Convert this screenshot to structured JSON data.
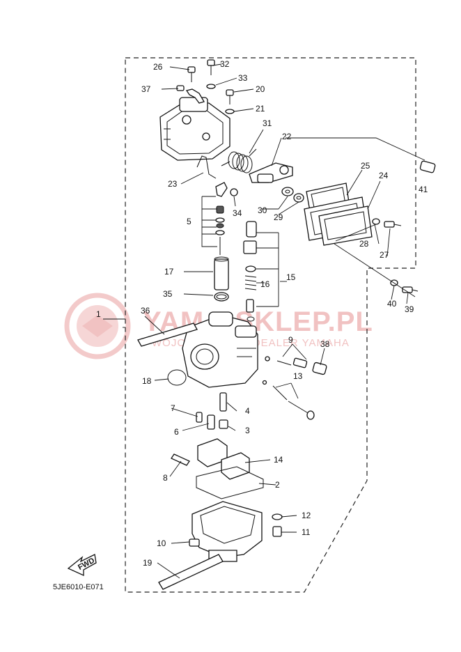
{
  "diagram": {
    "drawing_code": "5JE6010-E071",
    "fwd_label": "FWD",
    "watermark": {
      "title": "YAMA-SKLEP.PL",
      "subtitle": "WOJCIESZCZYK | DEALER YAMAHA"
    },
    "callouts": [
      "1",
      "2",
      "3",
      "4",
      "5",
      "6",
      "7",
      "8",
      "9",
      "10",
      "11",
      "12",
      "13",
      "14",
      "15",
      "16",
      "17",
      "18",
      "19",
      "20",
      "21",
      "22",
      "23",
      "24",
      "25",
      "26",
      "27",
      "28",
      "29",
      "30",
      "31",
      "32",
      "33",
      "34",
      "35",
      "36",
      "37",
      "38",
      "39",
      "40",
      "41"
    ]
  }
}
